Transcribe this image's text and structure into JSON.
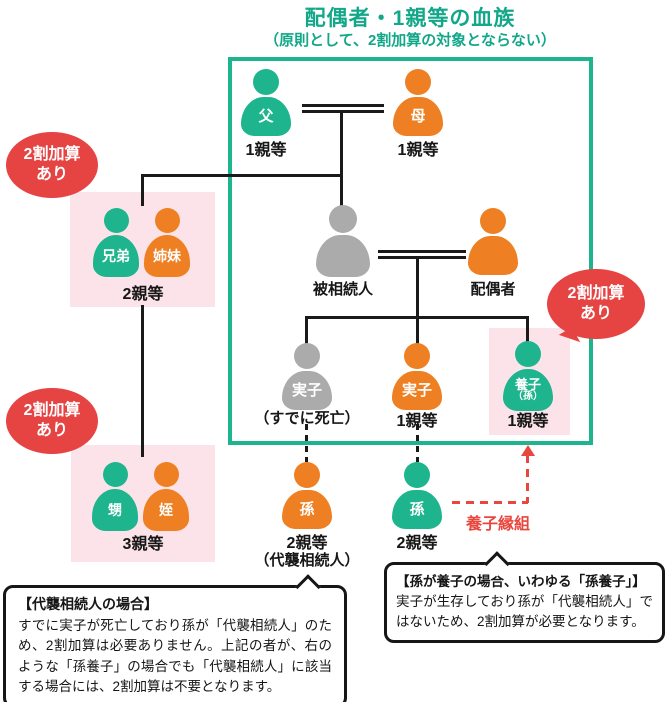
{
  "title": {
    "main": "配偶者・1親等の血族",
    "subtitle": "（原則として、2割加算の対象とならない）"
  },
  "legend_colors": {
    "teal_person": "#1db48e",
    "orange_person": "#ee7f22",
    "gray_person": "#ababab",
    "pink_group_box": "#fbe3e9",
    "green_border": "#1db48e",
    "bubble_red": "#e64343",
    "arrow_red": "#e8473f",
    "title_green": "#13a78a"
  },
  "bubbles": [
    {
      "line1": "2割加算",
      "line2": "あり"
    },
    {
      "line1": "2割加算",
      "line2": "あり"
    },
    {
      "line1": "2割加算",
      "line2": "あり"
    }
  ],
  "nodes": {
    "father": {
      "label": "父",
      "degree": "1親等"
    },
    "mother": {
      "label": "母",
      "degree": "1親等"
    },
    "siblings": {
      "brother": "兄弟",
      "sister": "姉妹",
      "degree": "2親等"
    },
    "decedent": {
      "label": "被相続人"
    },
    "spouse": {
      "label": "配偶者"
    },
    "deceased_child": {
      "label": "実子",
      "note": "（すでに死亡）"
    },
    "child": {
      "label": "実子",
      "degree": "1親等"
    },
    "adopted_grandchild": {
      "label": "養子",
      "sublabel": "（孫）",
      "degree": "1親等"
    },
    "grandchild_heir": {
      "label": "孫",
      "degree": "2親等",
      "note": "（代襲相続人）"
    },
    "grandchild": {
      "label": "孫",
      "degree": "2親等"
    },
    "nephew_niece": {
      "nephew": "甥",
      "niece": "姪",
      "degree": "3親等"
    }
  },
  "adoption_arrow": {
    "label": "養子縁組"
  },
  "notes": {
    "left": {
      "title": "【代襲相続人の場合】",
      "body": "すでに実子が死亡しており孫が「代襲相続人」のため、2割加算は必要ありません。上記の者が、右のような「孫養子」の場合でも「代襲相続人」に該当する場合には、2割加算は不要となります。"
    },
    "right": {
      "title": "【孫が養子の場合、いわゆる「孫養子」】",
      "body": "実子が生存しており孫が「代襲相続人」ではないため、2割加算が必要となります。"
    }
  }
}
